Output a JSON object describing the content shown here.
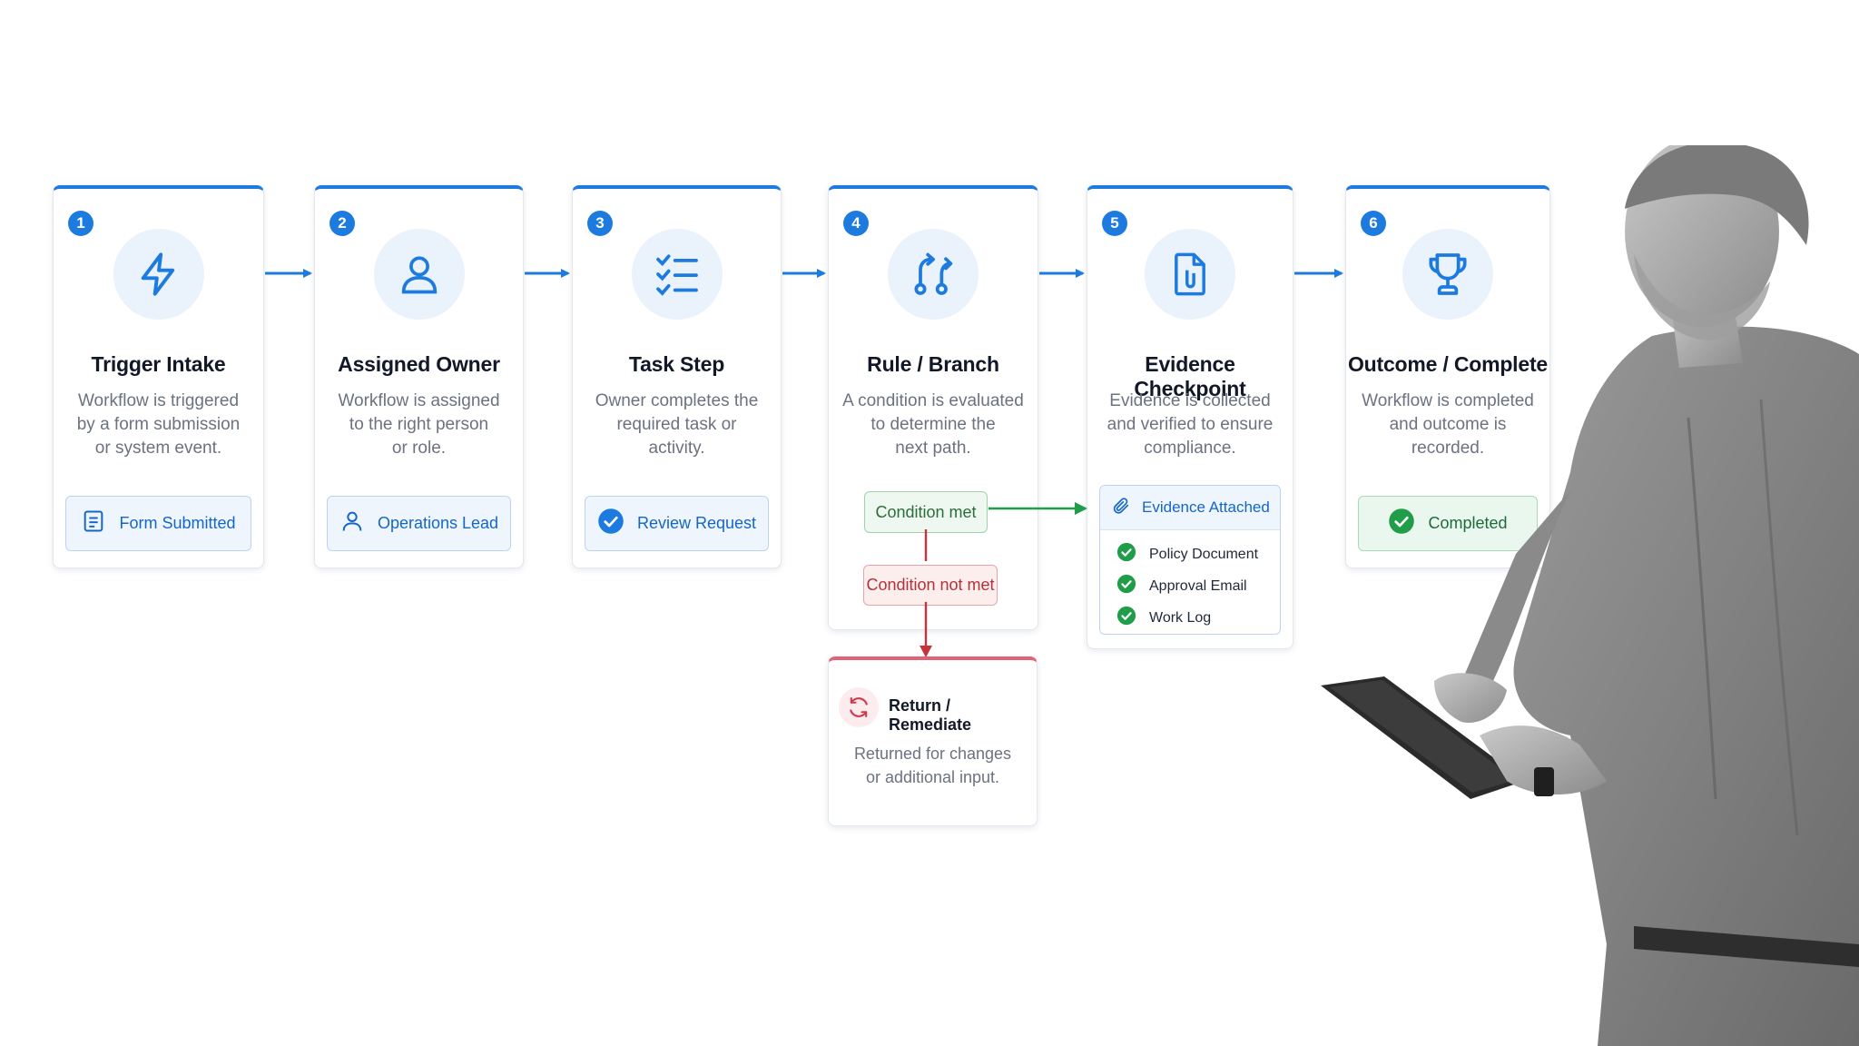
{
  "steps": [
    {
      "number": "1",
      "title": "Trigger Intake",
      "desc": [
        "Workflow is triggered",
        "by a form submission",
        "or system event."
      ],
      "pill": "Form Submitted",
      "icon": "lightning-icon",
      "pill_icon": "form-icon"
    },
    {
      "number": "2",
      "title": "Assigned Owner",
      "desc": [
        "Workflow is assigned",
        "to the right person",
        "or role."
      ],
      "pill": "Operations Lead",
      "icon": "user-icon",
      "pill_icon": "user-icon"
    },
    {
      "number": "3",
      "title": "Task Step",
      "desc": [
        "Owner completes the",
        "required task or",
        "activity."
      ],
      "pill": "Review Request",
      "icon": "checklist-icon",
      "pill_icon": "check-circle-icon"
    },
    {
      "number": "4",
      "title": "Rule / Branch",
      "desc": [
        "A condition is evaluated",
        "to determine the",
        "next path."
      ],
      "icon": "branch-icon"
    },
    {
      "number": "5",
      "title": "Evidence Checkpoint",
      "desc": [
        "Evidence is collected",
        "and verified to ensure",
        "compliance."
      ],
      "icon": "document-attachment-icon"
    },
    {
      "number": "6",
      "title": "Outcome / Complete",
      "desc": [
        "Workflow is completed",
        "and outcome is",
        "recorded."
      ],
      "pill": "Completed",
      "icon": "trophy-icon",
      "pill_icon": "check-circle-icon"
    }
  ],
  "branch": {
    "met": "Condition met",
    "not_met": "Condition not met"
  },
  "evidence": {
    "header": "Evidence Attached",
    "items": [
      "Policy Document",
      "Approval Email",
      "Work Log"
    ]
  },
  "remediate": {
    "title": "Return / Remediate",
    "desc": [
      "Returned for changes",
      "or additional input."
    ],
    "icon": "refresh-icon"
  },
  "colors": {
    "accent": "#1d7be0",
    "success": "#1f9d48",
    "danger": "#c8323c"
  }
}
